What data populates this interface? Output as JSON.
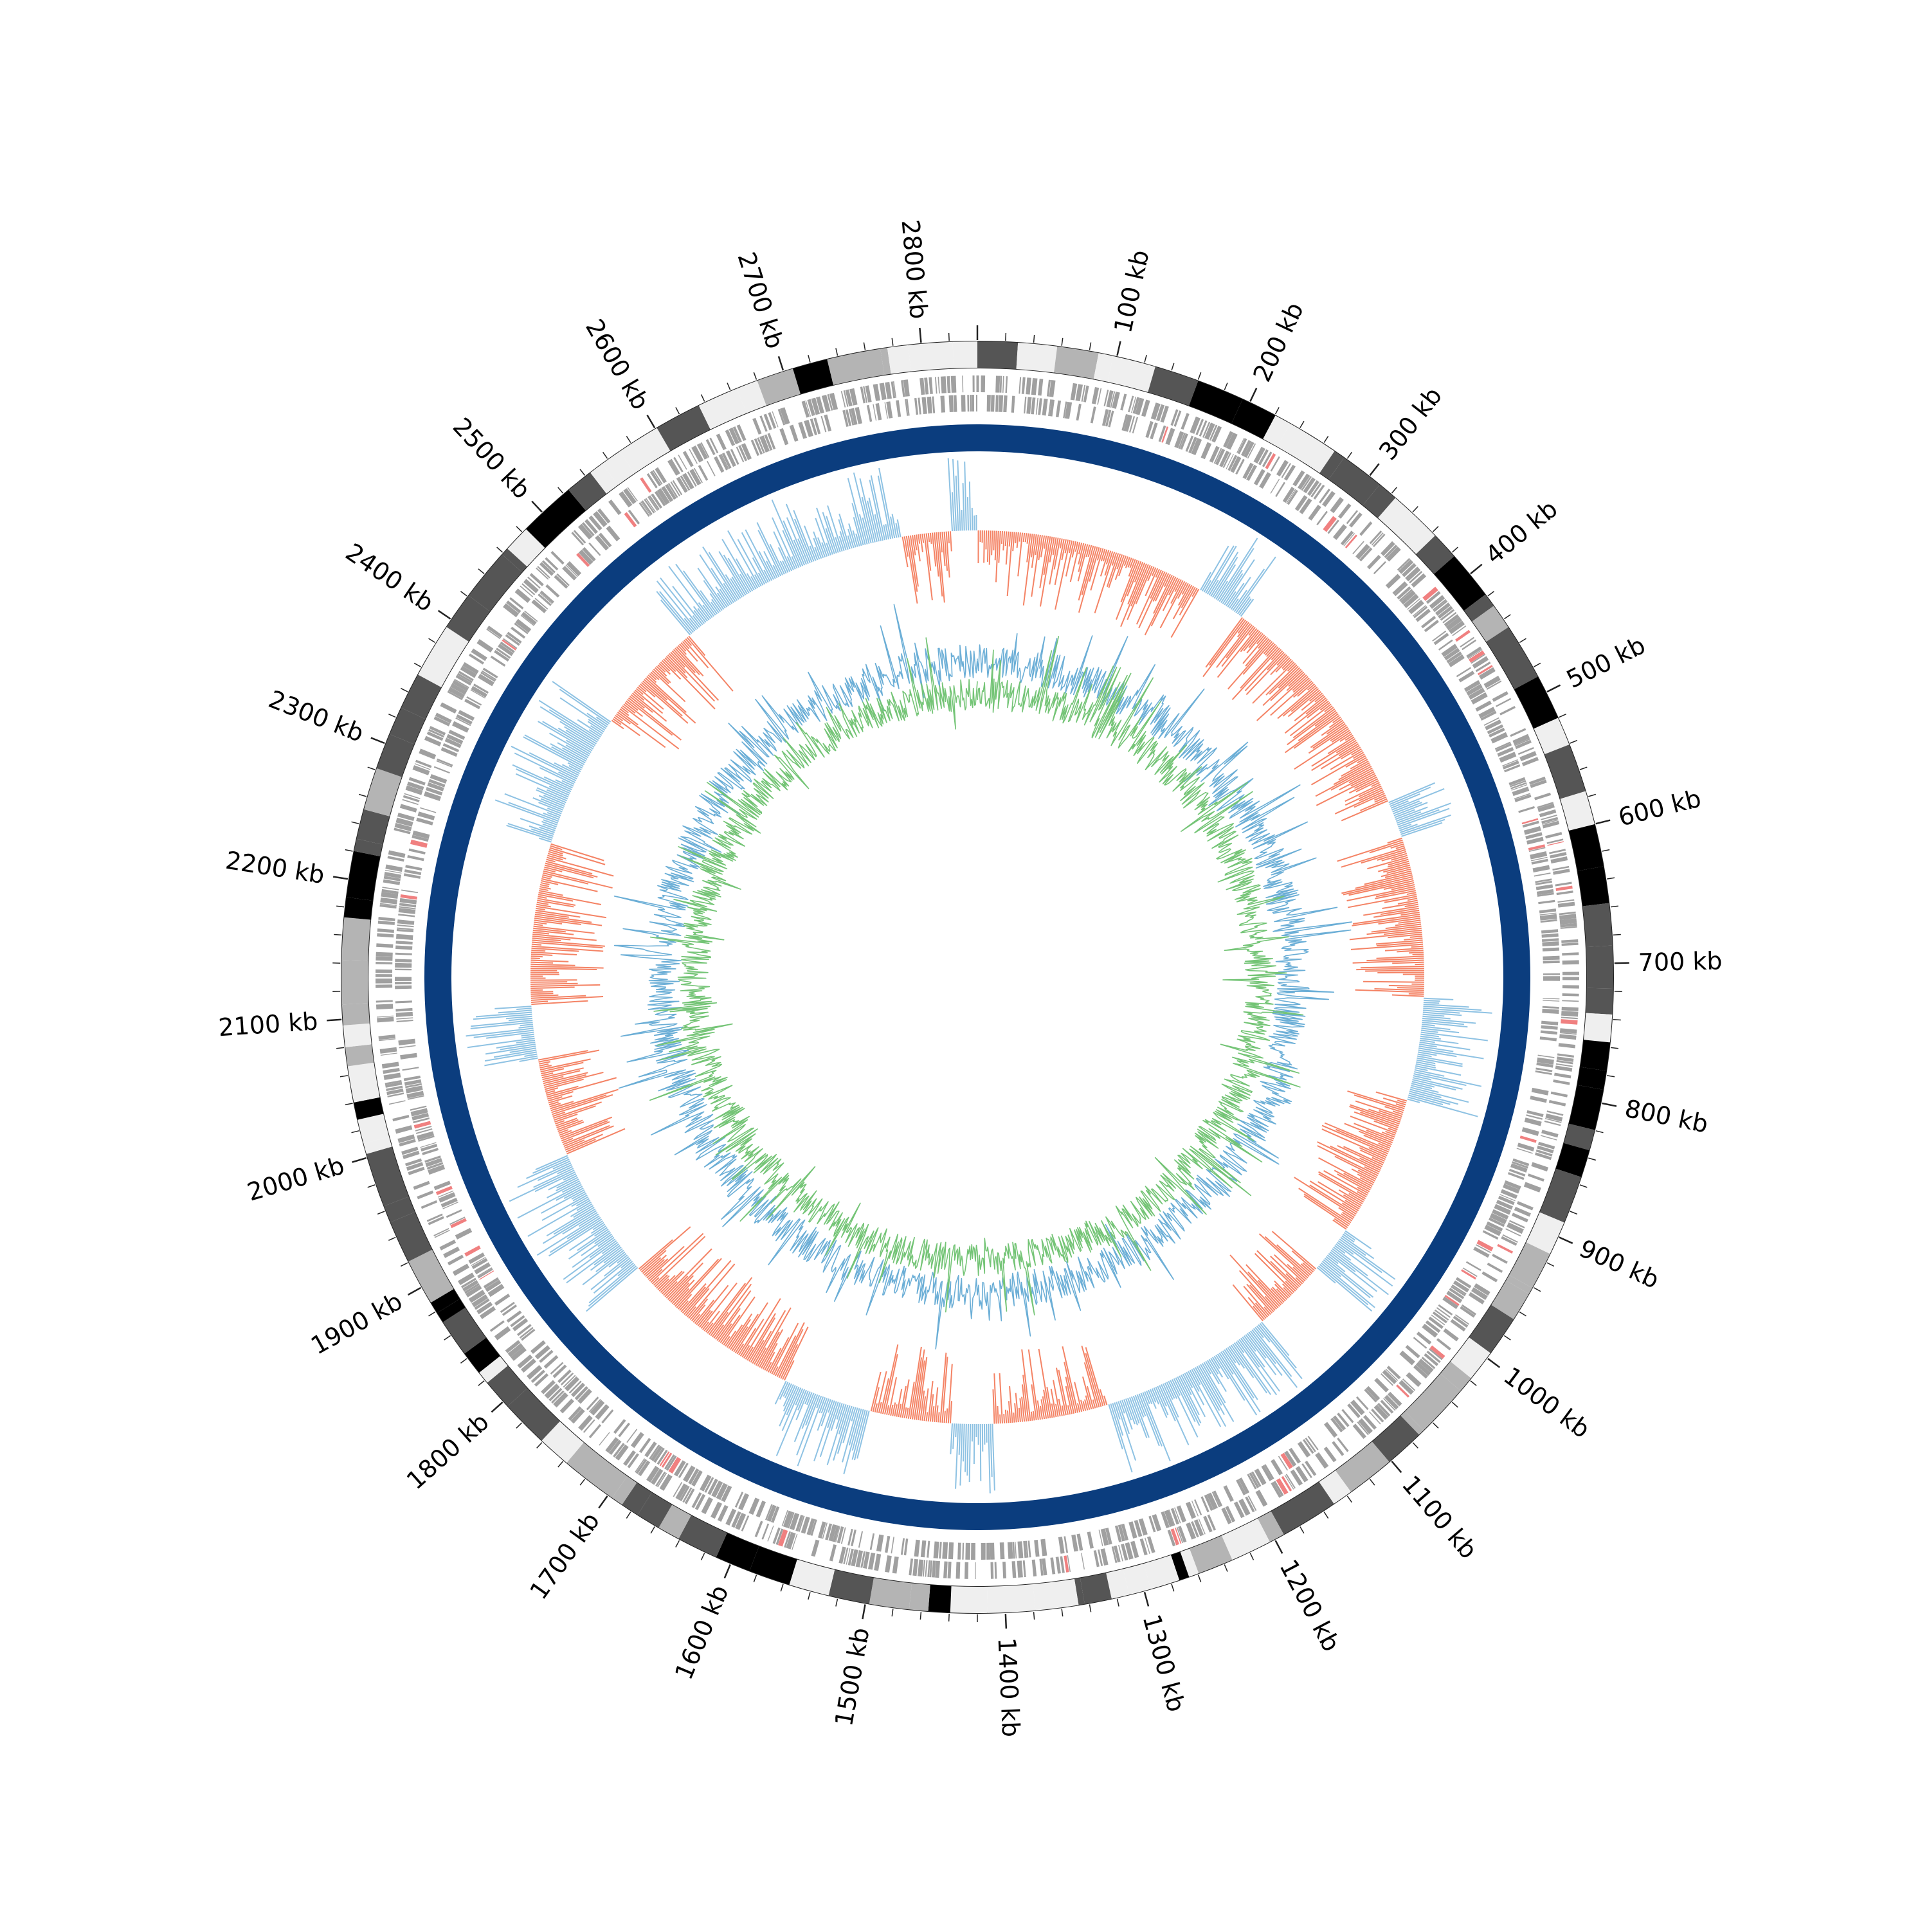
{
  "genome": {
    "length_kb": 2840,
    "tick_labels": [
      "100 kb",
      "200 kb",
      "300 kb",
      "400 kb",
      "500 kb",
      "600 kb",
      "700 kb",
      "800 kb",
      "900 kb",
      "1000 kb",
      "1100 kb",
      "1200 kb",
      "1300 kb",
      "1400 kb",
      "1500 kb",
      "1600 kb",
      "1700 kb",
      "1800 kb",
      "1900 kb",
      "2000 kb",
      "2100 kb",
      "2200 kb",
      "2300 kb",
      "2400 kb",
      "2500 kb",
      "2600 kb",
      "2700 kb",
      "2800 kb"
    ],
    "tick_positions_kb": [
      100,
      200,
      300,
      400,
      500,
      600,
      700,
      800,
      900,
      1000,
      1100,
      1200,
      1300,
      1400,
      1500,
      1600,
      1700,
      1800,
      1900,
      2000,
      2100,
      2200,
      2300,
      2400,
      2500,
      2600,
      2700,
      2800
    ]
  },
  "chart_data": {
    "type": "circular-genome-plot",
    "title": "",
    "tracks": [
      {
        "name": "",
        "kind": "band-ideogram",
        "colors": [
          "#000000",
          "#555555",
          "#b4b4b4",
          "#efefef"
        ]
      },
      {
        "name": "",
        "kind": "gene-features",
        "color": "#a0a0a0",
        "highlight_color": "#f08080"
      },
      {
        "name": "",
        "kind": "solid-ring",
        "color": "#0b3d7e"
      },
      {
        "name": "",
        "kind": "skew",
        "positive_color": "#8ec2e3",
        "negative_color": "#f48365"
      },
      {
        "name": "",
        "kind": "line-profile",
        "color": "#6baed6"
      },
      {
        "name": "",
        "kind": "line-profile",
        "color": "#74c476"
      }
    ]
  }
}
